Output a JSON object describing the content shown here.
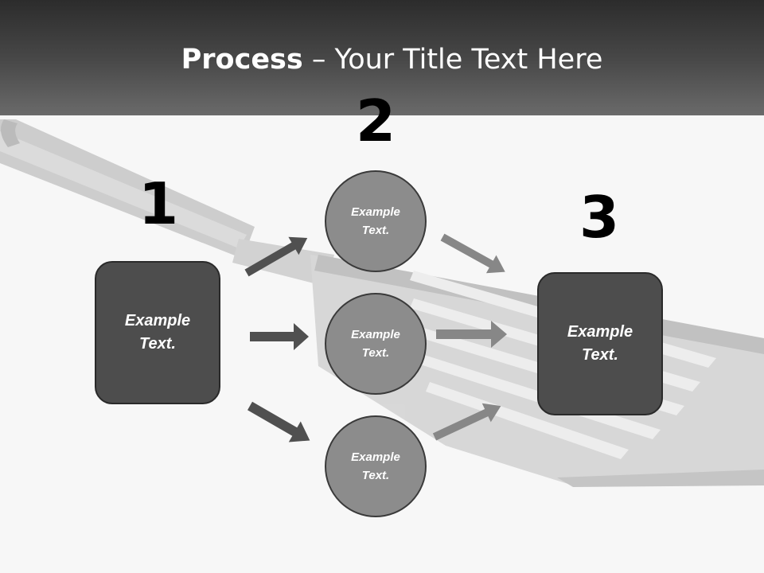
{
  "slide": {
    "title_bold": "Process",
    "title_rest": " – Your Title Text Here"
  },
  "steps": {
    "one": {
      "number": "1",
      "label": "Example\nText."
    },
    "two": {
      "number": "2"
    },
    "three": {
      "number": "3",
      "label": "Example\nText."
    }
  },
  "circles": [
    {
      "label": "Example\nText."
    },
    {
      "label": "Example\nText."
    },
    {
      "label": "Example\nText."
    }
  ],
  "colors": {
    "header_dark": "#2c2c2c",
    "box_fill": "#4d4d4d",
    "circle_fill": "#8c8c8c",
    "arrow_dark": "#505050",
    "arrow_light": "#878787"
  }
}
